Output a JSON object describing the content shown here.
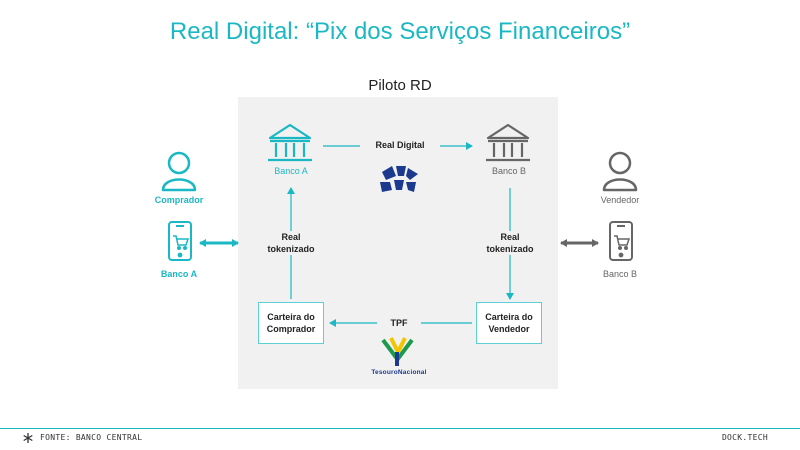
{
  "title": "Real Digital: “Pix dos Serviços Financeiros”",
  "pilot_label": "Piloto RD",
  "nodes": {
    "buyer_label": "Comprador",
    "buyer_bank": "Banco A",
    "seller_label": "Vendedor",
    "seller_bank": "Banco B",
    "bank_a": "Banco A",
    "bank_b": "Banco B",
    "real_digital": "Real Digital",
    "real_tokenized_left_1": "Real",
    "real_tokenized_left_2": "tokenizado",
    "real_tokenized_right_1": "Real",
    "real_tokenized_right_2": "tokenizado",
    "buyer_wallet_1": "Carteira do",
    "buyer_wallet_2": "Comprador",
    "seller_wallet_1": "Carteira do",
    "seller_wallet_2": "Vendedor",
    "tpf": "TPF",
    "tesouro": "TesouroNacional"
  },
  "footer": {
    "source": "FONTE: BANCO CENTRAL",
    "brand": "DOCK.TECH"
  },
  "colors": {
    "accent": "#1ab8c4",
    "gray": "#666666",
    "panel": "#f1f1f1"
  }
}
